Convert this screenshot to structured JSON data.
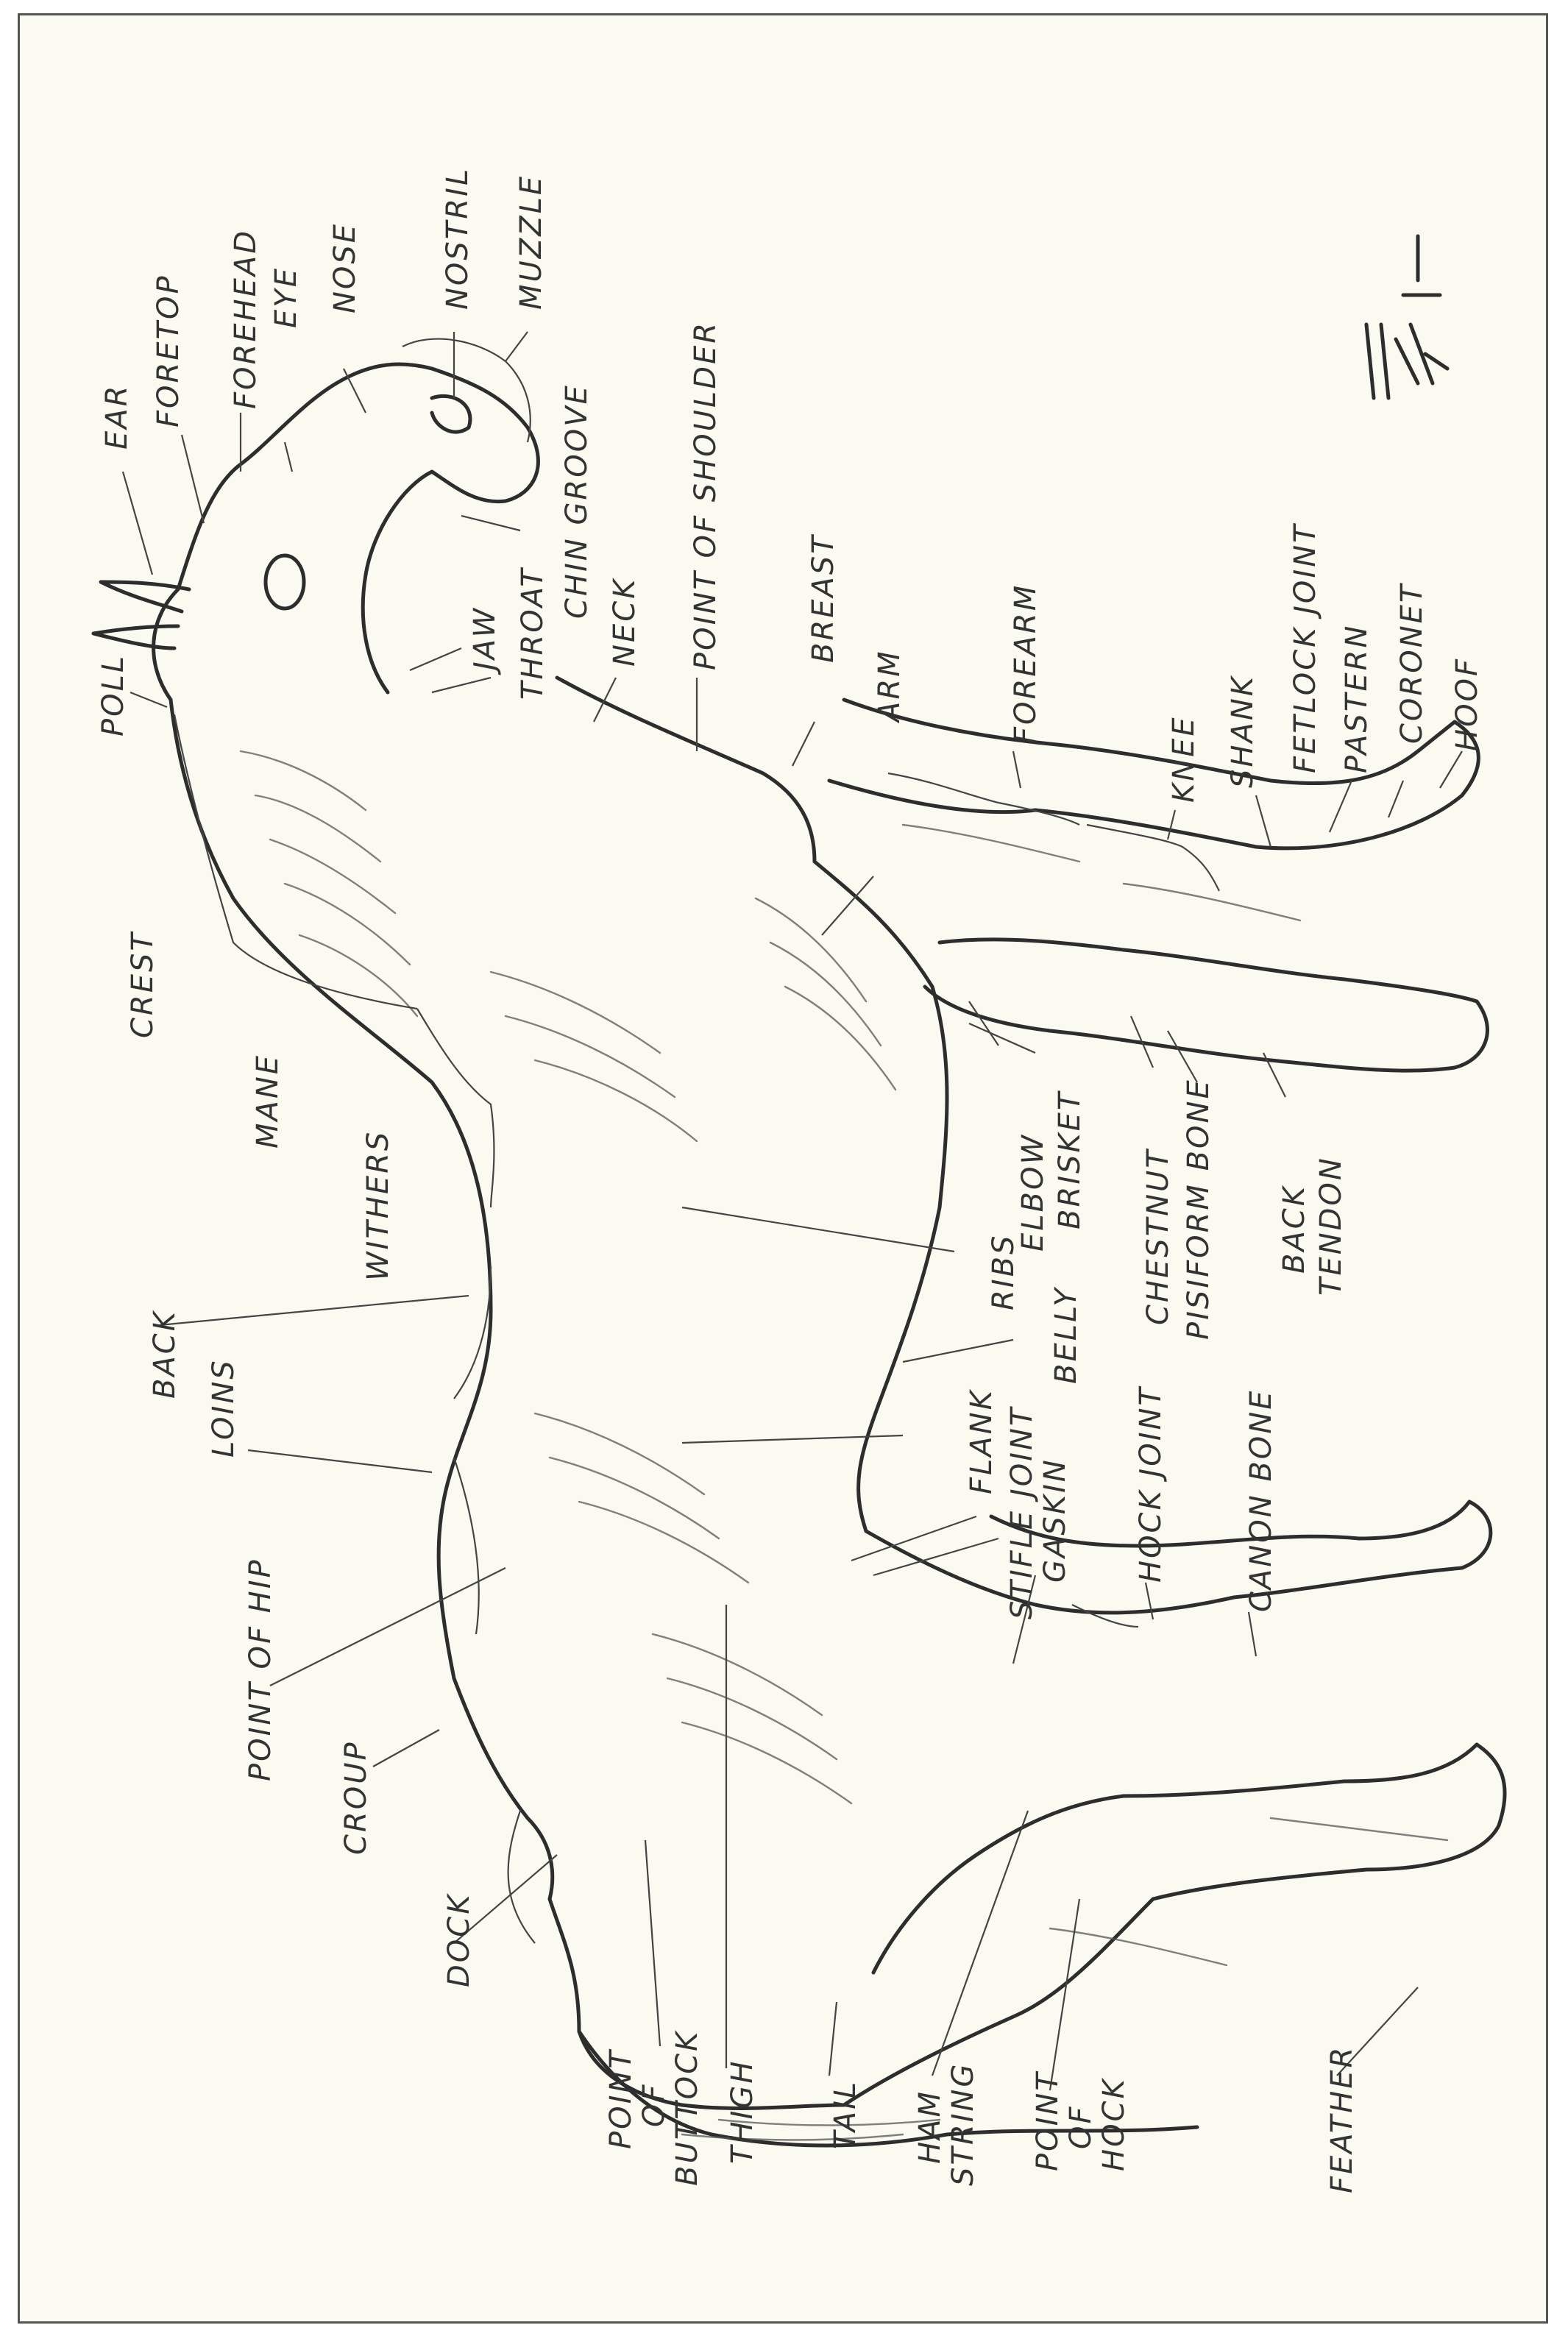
{
  "title": "",
  "labels": {
    "ear": "EAR",
    "foretop": "FORETOP",
    "forehead": "FOREHEAD",
    "eye": "EYE",
    "nose": "NOSE",
    "nostril": "NOSTRIL",
    "muzzle": "MUZZLE",
    "poll": "POLL",
    "jaw": "JAW",
    "throat": "THROAT",
    "chin_groove": "CHIN GROOVE",
    "neck": "NECK",
    "point_of_shoulder": "POINT OF SHOULDER",
    "breast": "BREAST",
    "arm": "ARM",
    "forearm": "FOREARM",
    "knee": "KNEE",
    "shank": "SHANK",
    "fetlock_joint": "FETLOCK JOINT",
    "pastern": "PASTERN",
    "coronet": "CORONET",
    "hoof": "HOOF",
    "crest": "CREST",
    "mane": "MANE",
    "withers": "WITHERS",
    "back": "BACK",
    "loins": "LOINS",
    "point_of_hip": "POINT OF HIP",
    "croup": "CROUP",
    "dock": "DOCK",
    "elbow": "ELBOW",
    "brisket": "BRISKET",
    "chestnut": "CHESTNUT",
    "pisiform_bone": "PISIFORM BONE",
    "back_tendon_1": "BACK",
    "back_tendon_2": "TENDON",
    "ribs": "RIBS",
    "belly": "BELLY",
    "flank": "FLANK",
    "stifle_joint": "STIFLE JOINT",
    "gaskin": "GASKIN",
    "hock_joint": "HOCK JOINT",
    "canon_bone": "CANON BONE",
    "point_of_buttock_1": "POINT",
    "point_of_buttock_2": "OF",
    "point_of_buttock_3": "BUTTOCK",
    "thigh": "THIGH",
    "tail": "TAIL",
    "ham_string_1": "HAM",
    "ham_string_2": "STRING",
    "point_of_hock_1": "POINT",
    "point_of_hock_2": "OF",
    "point_of_hock_3": "HOCK",
    "feather": "FEATHER"
  },
  "colors": {
    "paper": "#fbfaf1",
    "ink": "#2d2d2d"
  }
}
